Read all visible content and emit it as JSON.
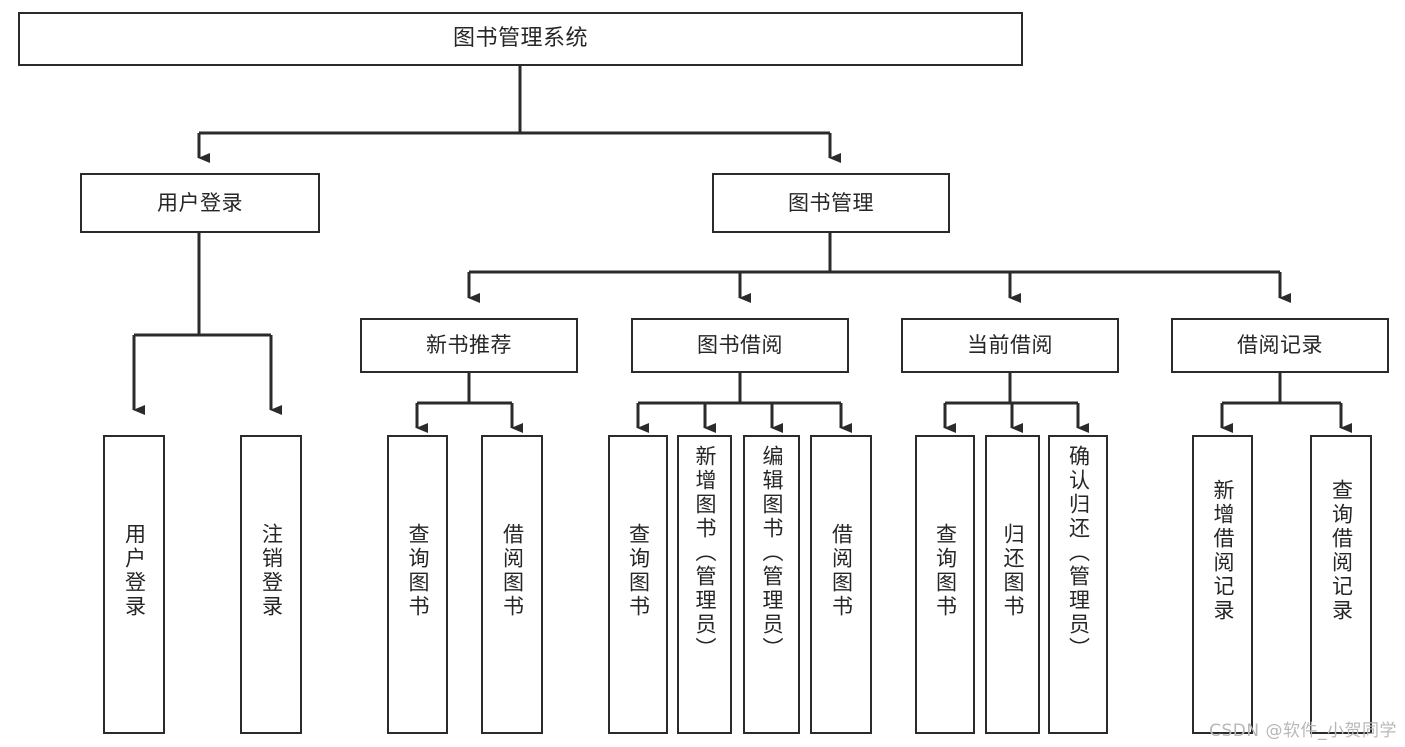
{
  "diagram": {
    "title": "图书管理系统",
    "type": "tree",
    "watermark": "CSDN @软件_小贺同学",
    "colors": {
      "box_border": "#2b2b2b",
      "box_fill": "#ffffff",
      "edge": "#2b2b2b",
      "text": "#262626",
      "watermark": "#b8b8b8",
      "background": "#ffffff"
    },
    "root": {
      "label": "图书管理系统"
    },
    "level1": [
      {
        "label": "用户登录"
      },
      {
        "label": "图书管理"
      }
    ],
    "level2": [
      {
        "label": "新书推荐"
      },
      {
        "label": "图书借阅"
      },
      {
        "label": "当前借阅"
      },
      {
        "label": "借阅记录"
      }
    ],
    "leaves": {
      "user_login": [
        {
          "label": "用户登录"
        },
        {
          "label": "注销登录"
        }
      ],
      "new_book_recommend": [
        {
          "label": "查询图书"
        },
        {
          "label": "借阅图书"
        }
      ],
      "book_borrow": [
        {
          "label": "查询图书"
        },
        {
          "label": "新增图书（管理员）"
        },
        {
          "label": "编辑图书（管理员）"
        },
        {
          "label": "借阅图书"
        }
      ],
      "current_borrow": [
        {
          "label": "查询图书"
        },
        {
          "label": "归还图书"
        },
        {
          "label": "确认归还（管理员）"
        }
      ],
      "borrow_record": [
        {
          "label": "新增借阅记录"
        },
        {
          "label": "查询借阅记录"
        }
      ]
    }
  }
}
